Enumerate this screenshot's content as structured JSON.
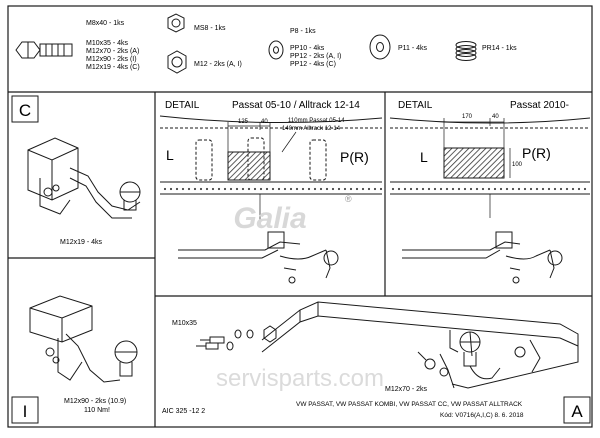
{
  "parts": {
    "bolt_main": "M8x40 - 1ks",
    "bolt_variants": [
      "M10x35 - 4ks",
      "M12x70 - 2ks (A)",
      "M12x90 - 2ks (I)",
      "M12x19 - 4ks (C)"
    ],
    "nut_ms8": "MS8 - 1ks",
    "nut_m12": "M12 - 2ks (A, I)",
    "washer_p8": "P8 - 1ks",
    "washer_p8_variants": [
      "PP10 - 4ks",
      "PP12 - 2ks (A, I)",
      "PP12 - 4ks (C)"
    ],
    "washer_p11": "P11 - 4ks",
    "spring_pr14": "PR14 - 1ks"
  },
  "panel_c": {
    "letter": "C",
    "bolt_note": "M12x19 - 4ks"
  },
  "panel_i": {
    "letter": "I",
    "bolt_note_1": "M12x90 - 2ks (10.9)",
    "bolt_note_2": "110 Nm!",
    "code": "AIC 325 -12 2"
  },
  "detail_left": {
    "label": "DETAIL",
    "model": "Passat  05-10 / Alltrack 12-14",
    "dim_a": "125",
    "dim_b": "40",
    "note_1": "110mm Passat 05-14",
    "note_2": "140mm Alltrack 12-14",
    "left_side": "L",
    "right_side": "P(R)"
  },
  "detail_right": {
    "label": "DETAIL",
    "model": "Passat  2010-",
    "dim_a": "170",
    "dim_b": "40",
    "dim_c": "100",
    "left_side": "L",
    "right_side": "P(R)"
  },
  "logo_text": "Galia",
  "registered_mark": "®",
  "main_assembly": {
    "bolt_label_1": "M10x35",
    "bolt_label_2": "M12x70 - 2ks"
  },
  "footer": {
    "vehicles": "VW PASSAT, VW PASSAT KOMBI, VW PASSAT CC, VW PASSAT ALLTRACK",
    "code_date": "Kód: V0716(A,I,C)  8. 6. 2018",
    "panel_letter": "A"
  },
  "watermark": "servisparts.com",
  "colors": {
    "line": "#1a1a1a",
    "hatch": "#555555",
    "watermark": "#d0d0d0"
  }
}
